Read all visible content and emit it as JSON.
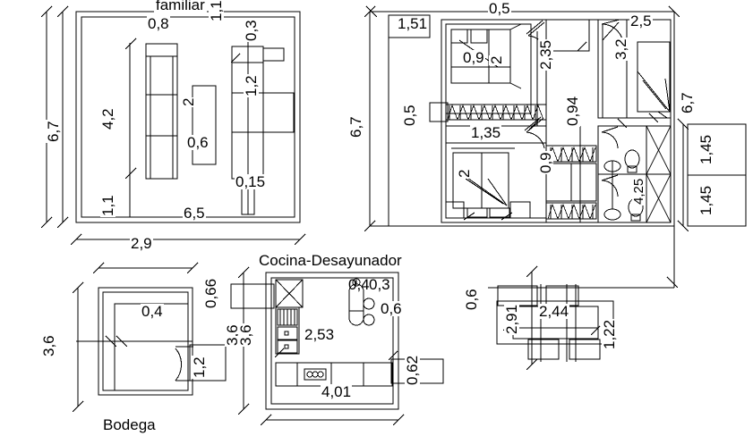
{
  "drawing": {
    "title": "Architectural floor plan with furniture layout and dimensions",
    "line_color": "#000000",
    "background": "#ffffff"
  },
  "plans": {
    "familiar": {
      "title": "familiar",
      "dims": {
        "left_overall": "6,7",
        "left_inner": "4,2",
        "left_lower": "1,1",
        "top": "0,8",
        "bottom_inner": "6,5",
        "bottom_overall": "2,9",
        "sofa_width": "1,1",
        "tv_depth": "0,3",
        "table_len": "2",
        "table_width": "0,6",
        "unit_width": "1,2",
        "strip": "0,15"
      }
    },
    "main": {
      "dims": {
        "left_overall": "6,7",
        "left_band": "1,51",
        "left_band2": "0,5",
        "bed_top_width": "0,5",
        "bed_top_a": "0,9",
        "bed_top_b": "2",
        "closet_top": "1,35",
        "corridor": "2,35",
        "hall_width": "0,94",
        "bath_width": "0,9",
        "bed_bottom": "2",
        "room_right_top": "2,5",
        "room_right_side": "3,2",
        "right_overall": "6,7",
        "right_upper": "1,45",
        "right_lower": "1,45",
        "bottom_right": "4,25"
      }
    },
    "bodega": {
      "title": "Bodega",
      "dims": {
        "left": "3,6",
        "inner": "0,4",
        "right_top": "0,66",
        "door": "1,2",
        "right": "3,6"
      }
    },
    "cocina": {
      "title": "Cocina-Desayunador",
      "dims": {
        "left": "3,6",
        "counter": "2,53",
        "bottom": "4,01",
        "right": "0,62",
        "sink_a": "0,4",
        "sink_b": "0,3",
        "fixture": "0,6"
      }
    },
    "comedor": {
      "dims": {
        "left": "0,6",
        "table_side": "2,91",
        "table_len": "2,44",
        "chair": "1,22"
      }
    }
  }
}
